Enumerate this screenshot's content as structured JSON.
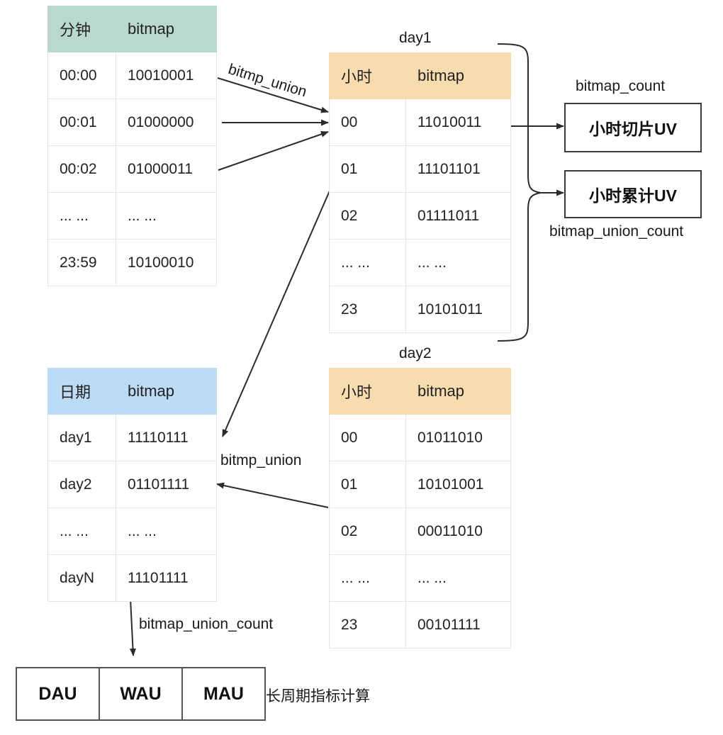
{
  "diagram": {
    "title_labels": {
      "day1": "day1",
      "day2": "day2",
      "bitmap_count": "bitmap_count",
      "bitmap_union_count_right": "bitmap_union_count",
      "bitmp_union_top": "bitmp_union",
      "bitmp_union_bottom": "bitmp_union",
      "bitmap_union_count_bottom": "bitmap_union_count",
      "long_cycle": "长周期指标计算"
    },
    "minute_table": {
      "headers": [
        "分钟",
        "bitmap"
      ],
      "rows": [
        [
          "00:00",
          "10010001"
        ],
        [
          "00:01",
          "01000000"
        ],
        [
          "00:02",
          "01000011"
        ],
        [
          "... ...",
          "... ..."
        ],
        [
          "23:59",
          "10100010"
        ]
      ]
    },
    "day1_table": {
      "headers": [
        "小时",
        "bitmap"
      ],
      "rows": [
        [
          "00",
          "11010011"
        ],
        [
          "01",
          "11101101"
        ],
        [
          "02",
          "01111011"
        ],
        [
          "... ...",
          "... ..."
        ],
        [
          "23",
          "10101011"
        ]
      ]
    },
    "day2_table": {
      "headers": [
        "小时",
        "bitmap"
      ],
      "rows": [
        [
          "00",
          "01011010"
        ],
        [
          "01",
          "10101001"
        ],
        [
          "02",
          "00011010"
        ],
        [
          "... ...",
          "... ..."
        ],
        [
          "23",
          "00101111"
        ]
      ]
    },
    "date_table": {
      "headers": [
        "日期",
        "bitmap"
      ],
      "rows": [
        [
          "day1",
          "11110111"
        ],
        [
          "day2",
          "01101111"
        ],
        [
          "... ...",
          "... ..."
        ],
        [
          "dayN",
          "11101111"
        ]
      ]
    },
    "result_boxes": [
      {
        "label": "小时切片UV"
      },
      {
        "label": "小时累计UV"
      }
    ],
    "metrics": [
      "DAU",
      "WAU",
      "MAU"
    ],
    "colors": {
      "header_teal": "#b9d8cf",
      "header_orange": "#f7dcb0",
      "header_blue": "#bcdcf5",
      "grid_line": "#e3e6e8",
      "stroke": "#2b2b2b"
    }
  }
}
